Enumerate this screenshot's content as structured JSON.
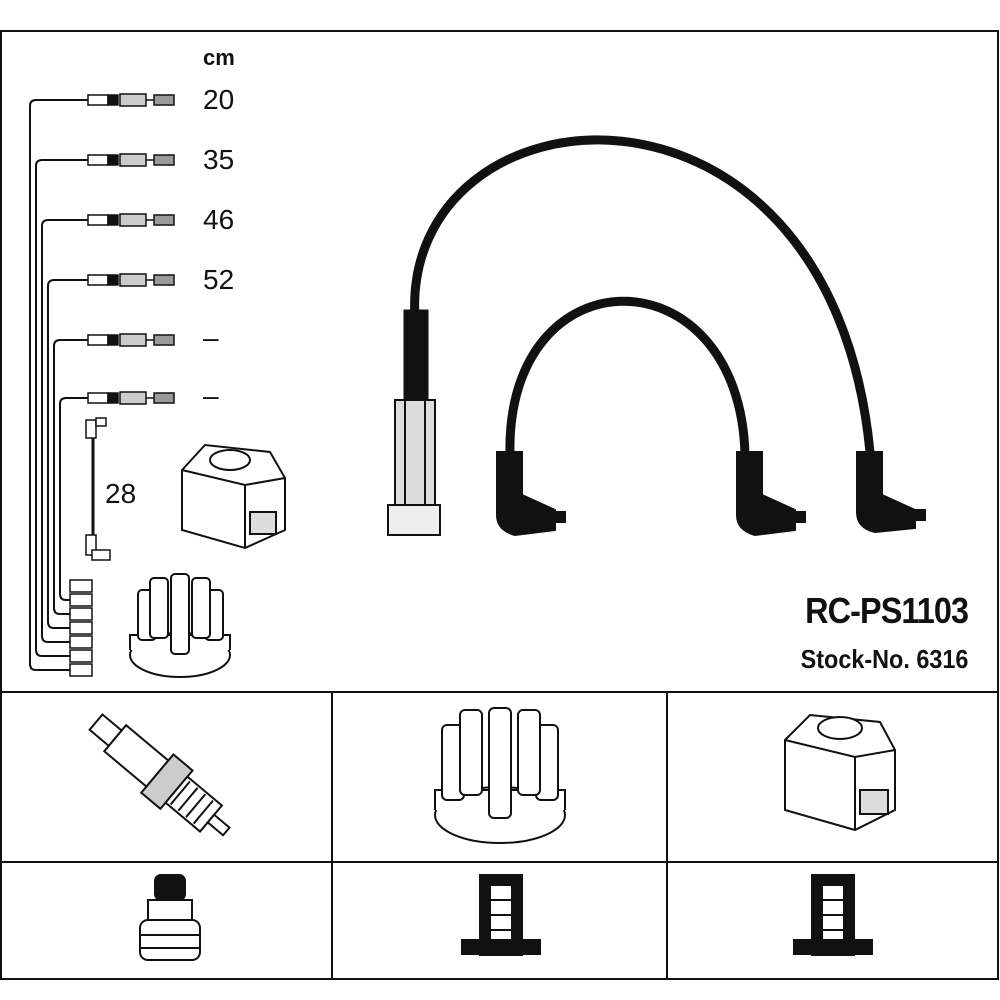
{
  "diagram": {
    "unit_label": "cm",
    "cable_lengths": [
      "20",
      "35",
      "46",
      "52",
      "–",
      "–"
    ],
    "coil_cable_length": "28",
    "part_number": "RC-PS1103",
    "stock_number": "Stock-No. 6316"
  },
  "colors": {
    "line": "#111111",
    "background": "#ffffff"
  }
}
